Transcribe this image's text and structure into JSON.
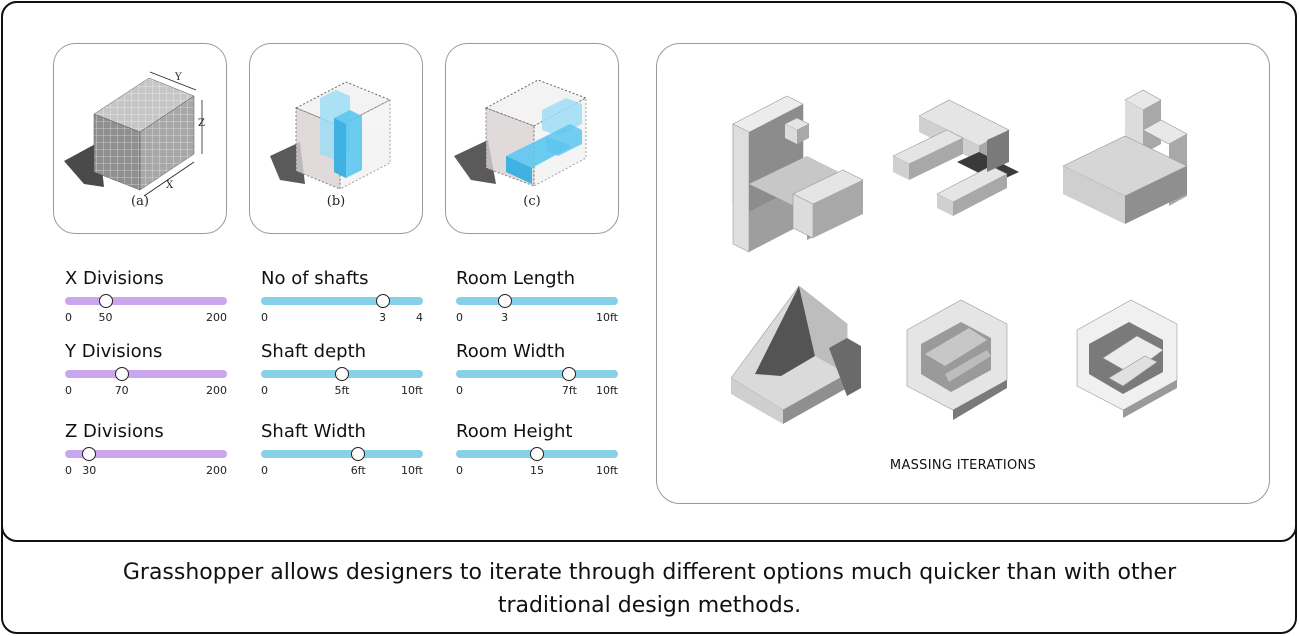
{
  "cards": [
    {
      "label": "(a)",
      "axis_y": "Y",
      "axis_z": "Z",
      "axis_x": "X"
    },
    {
      "label": "(b)"
    },
    {
      "label": "(c)"
    }
  ],
  "sliders": {
    "x_divisions": {
      "label": "X Divisions",
      "min": "0",
      "mid": "50",
      "max": "200",
      "value": 50,
      "range": [
        0,
        200
      ]
    },
    "y_divisions": {
      "label": "Y Divisions",
      "min": "0",
      "mid": "70",
      "max": "200",
      "value": 70,
      "range": [
        0,
        200
      ]
    },
    "z_divisions": {
      "label": "Z Divisions",
      "min": "0",
      "mid": "30",
      "max": "200",
      "value": 30,
      "range": [
        0,
        200
      ]
    },
    "no_of_shafts": {
      "label": "No of shafts",
      "min": "0",
      "mid": "3",
      "max": "4",
      "value": 3,
      "range": [
        0,
        4
      ]
    },
    "shaft_depth": {
      "label": "Shaft depth",
      "min": "0",
      "mid": "5ft",
      "max": "10ft",
      "value": 5,
      "range": [
        0,
        10
      ]
    },
    "shaft_width": {
      "label": "Shaft Width",
      "min": "0",
      "mid": "6ft",
      "max": "10ft",
      "value": 6,
      "range": [
        0,
        10
      ]
    },
    "room_length": {
      "label": "Room Length",
      "min": "0",
      "mid": "3",
      "max": "10ft",
      "value": 3,
      "range": [
        0,
        10
      ]
    },
    "room_width": {
      "label": "Room Width",
      "min": "0",
      "mid": "7ft",
      "max": "10ft",
      "value": 7,
      "range": [
        0,
        10
      ]
    },
    "room_height": {
      "label": "Room Height",
      "min": "0",
      "mid": "15",
      "max": "10ft",
      "value": 5,
      "range": [
        0,
        10
      ]
    }
  },
  "colors": {
    "purple_track": "#c9a6ee",
    "blue_track": "#86d0e8",
    "shaft_blue": "#5cc6ef"
  },
  "massing": {
    "title": "MASSING ITERATIONS"
  },
  "caption": "Grasshopper allows designers to iterate through different options much quicker than with other traditional design methods."
}
